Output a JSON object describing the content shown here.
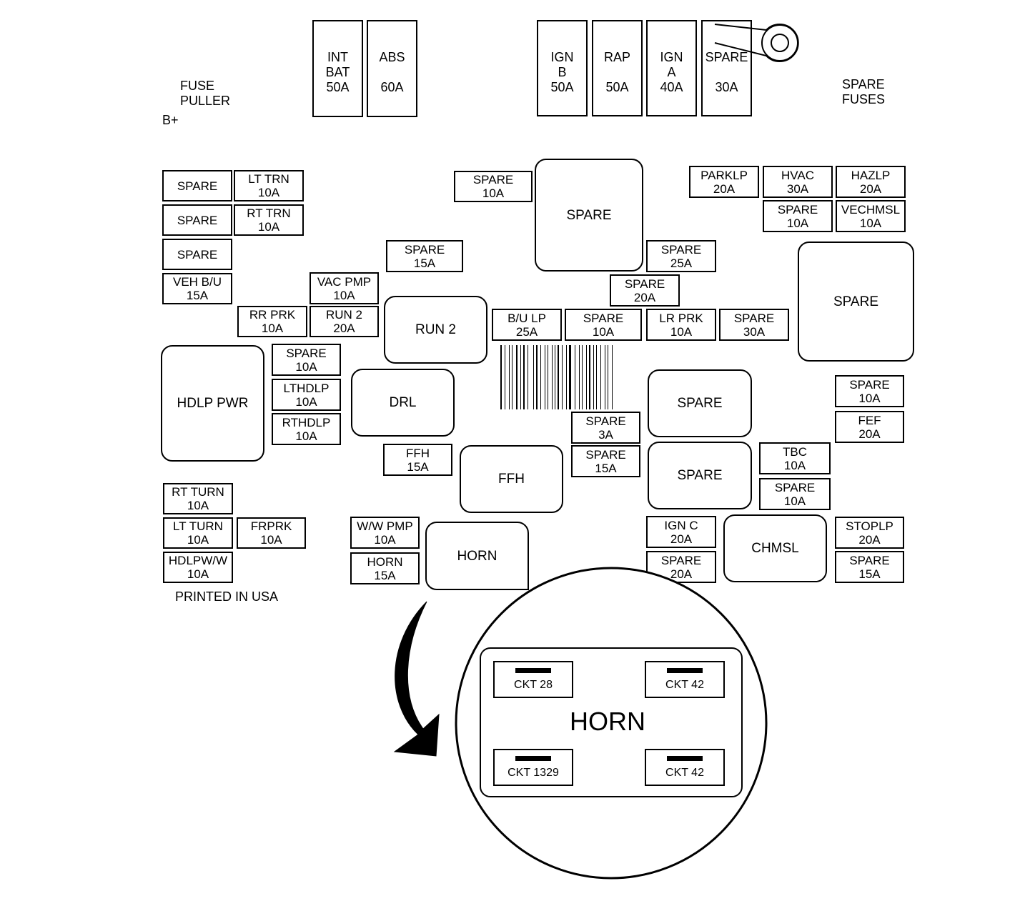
{
  "labels": {
    "fuse_puller": [
      "FUSE",
      "PULLER"
    ],
    "b_plus": "B+",
    "spare_fuses": [
      "SPARE",
      "FUSES"
    ],
    "printed": "PRINTED IN USA"
  },
  "fuses": [
    {
      "id": "int-bat",
      "lines": [
        "INT",
        "BAT",
        "50A"
      ]
    },
    {
      "id": "abs",
      "lines": [
        "ABS",
        "",
        "60A"
      ]
    },
    {
      "id": "ign-b",
      "lines": [
        "IGN",
        "B",
        "50A"
      ]
    },
    {
      "id": "rap",
      "lines": [
        "RAP",
        "",
        "50A"
      ]
    },
    {
      "id": "ign-a",
      "lines": [
        "IGN",
        "A",
        "40A"
      ]
    },
    {
      "id": "spare-30a-maxi",
      "lines": [
        "SPARE",
        "",
        "30A"
      ]
    },
    {
      "id": "spare-l1",
      "lines": [
        "SPARE"
      ]
    },
    {
      "id": "lt-trn",
      "lines": [
        "LT TRN",
        "10A"
      ]
    },
    {
      "id": "spare-l2",
      "lines": [
        "SPARE"
      ]
    },
    {
      "id": "rt-trn",
      "lines": [
        "RT TRN",
        "10A"
      ]
    },
    {
      "id": "spare-l3",
      "lines": [
        "SPARE"
      ]
    },
    {
      "id": "veh-bu",
      "lines": [
        "VEH B/U",
        "15A"
      ]
    },
    {
      "id": "spare-10a-top",
      "lines": [
        "SPARE",
        "10A"
      ]
    },
    {
      "id": "spare-15a-a",
      "lines": [
        "SPARE",
        "15A"
      ]
    },
    {
      "id": "vac-pmp",
      "lines": [
        "VAC PMP",
        "10A"
      ]
    },
    {
      "id": "rr-prk",
      "lines": [
        "RR PRK",
        "10A"
      ]
    },
    {
      "id": "run2-fuse",
      "lines": [
        "RUN 2",
        "20A"
      ]
    },
    {
      "id": "spare-25a",
      "lines": [
        "SPARE",
        "25A"
      ]
    },
    {
      "id": "spare-20a-a",
      "lines": [
        "SPARE",
        "20A"
      ]
    },
    {
      "id": "bu-lp",
      "lines": [
        "B/U LP",
        "25A"
      ]
    },
    {
      "id": "spare-10a-mid",
      "lines": [
        "SPARE",
        "10A"
      ]
    },
    {
      "id": "lr-prk",
      "lines": [
        "LR PRK",
        "10A"
      ]
    },
    {
      "id": "spare-30a",
      "lines": [
        "SPARE",
        "30A"
      ]
    },
    {
      "id": "parklp",
      "lines": [
        "PARKLP",
        "20A"
      ]
    },
    {
      "id": "hvac",
      "lines": [
        "HVAC",
        "30A"
      ]
    },
    {
      "id": "hazlp",
      "lines": [
        "HAZLP",
        "20A"
      ]
    },
    {
      "id": "spare-10a-r1",
      "lines": [
        "SPARE",
        "10A"
      ]
    },
    {
      "id": "vechmsl",
      "lines": [
        "VECHMSL",
        "10A"
      ]
    },
    {
      "id": "spare-10a-l",
      "lines": [
        "SPARE",
        "10A"
      ]
    },
    {
      "id": "lthdlp",
      "lines": [
        "LTHDLP",
        "10A"
      ]
    },
    {
      "id": "rthdlp",
      "lines": [
        "RTHDLP",
        "10A"
      ]
    },
    {
      "id": "spare-3a",
      "lines": [
        "SPARE",
        "3A"
      ]
    },
    {
      "id": "spare-15a-b",
      "lines": [
        "SPARE",
        "15A"
      ]
    },
    {
      "id": "ffh-fuse",
      "lines": [
        "FFH",
        "15A"
      ]
    },
    {
      "id": "spare-10a-r2",
      "lines": [
        "SPARE",
        "10A"
      ]
    },
    {
      "id": "fef",
      "lines": [
        "FEF",
        "20A"
      ]
    },
    {
      "id": "tbc",
      "lines": [
        "TBC",
        "10A"
      ]
    },
    {
      "id": "spare-10a-r3",
      "lines": [
        "SPARE",
        "10A"
      ]
    },
    {
      "id": "rt-turn",
      "lines": [
        "RT TURN",
        "10A"
      ]
    },
    {
      "id": "lt-turn",
      "lines": [
        "LT TURN",
        "10A"
      ]
    },
    {
      "id": "frprk",
      "lines": [
        "FRPRK",
        "10A"
      ]
    },
    {
      "id": "hdlpw-w",
      "lines": [
        "HDLPW/W",
        "10A"
      ]
    },
    {
      "id": "ww-pmp",
      "lines": [
        "W/W PMP",
        "10A"
      ]
    },
    {
      "id": "horn-fuse",
      "lines": [
        "HORN",
        "15A"
      ]
    },
    {
      "id": "ign-c",
      "lines": [
        "IGN C",
        "20A"
      ]
    },
    {
      "id": "spare-20a-b",
      "lines": [
        "SPARE",
        "20A"
      ]
    },
    {
      "id": "stoplp",
      "lines": [
        "STOPLP",
        "20A"
      ]
    },
    {
      "id": "spare-15a-c",
      "lines": [
        "SPARE",
        "15A"
      ]
    }
  ],
  "relays": [
    {
      "id": "spare-relay-top",
      "label": "SPARE"
    },
    {
      "id": "spare-relay-right",
      "label": "SPARE"
    },
    {
      "id": "run2-relay",
      "label": "RUN 2"
    },
    {
      "id": "hdlp-pwr-relay",
      "label": "HDLP PWR"
    },
    {
      "id": "drl-relay",
      "label": "DRL"
    },
    {
      "id": "spare-relay-mid1",
      "label": "SPARE"
    },
    {
      "id": "spare-relay-mid2",
      "label": "SPARE"
    },
    {
      "id": "ffh-relay",
      "label": "FFH"
    },
    {
      "id": "chmsl-relay",
      "label": "CHMSL"
    },
    {
      "id": "horn-relay",
      "label": "HORN"
    }
  ],
  "detail": {
    "title": "HORN",
    "terminals": [
      "CKT 28",
      "CKT 42",
      "CKT 1329",
      "CKT 42"
    ]
  }
}
